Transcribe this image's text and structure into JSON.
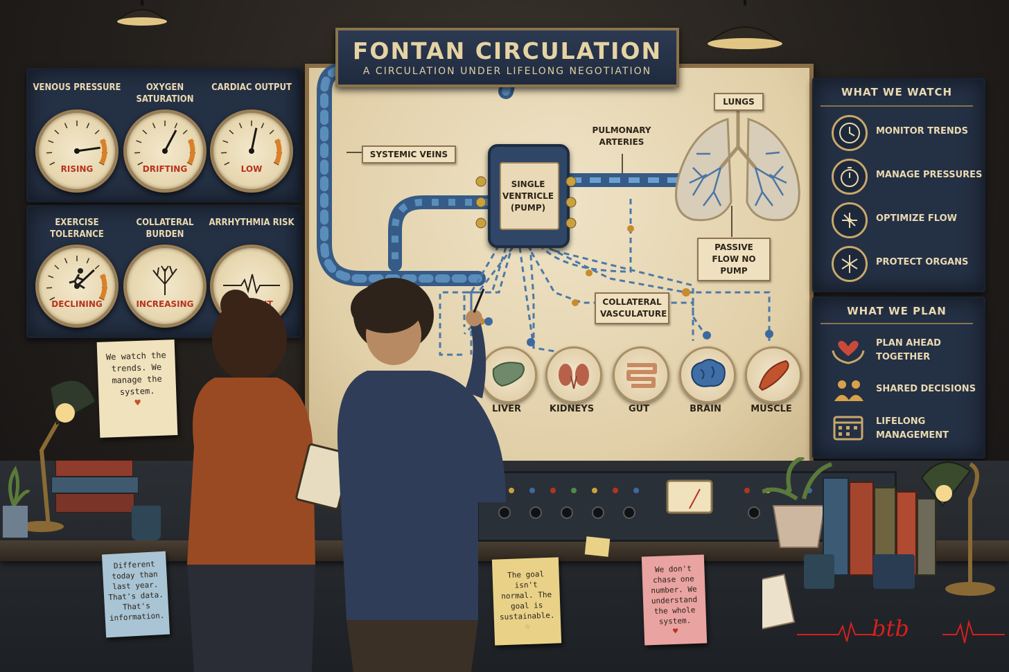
{
  "header": {
    "title": "FONTAN CIRCULATION",
    "subtitle": "A CIRCULATION UNDER LIFELONG NEGOTIATION"
  },
  "gauges": [
    {
      "label": "VENOUS PRESSURE",
      "status": "RISING",
      "level": 0.85
    },
    {
      "label": "OXYGEN SATURATION",
      "status": "DRIFTING",
      "level": 0.62
    },
    {
      "label": "CARDIAC OUTPUT",
      "status": "LOW",
      "level": 0.55
    },
    {
      "label": "EXERCISE TOLERANCE",
      "status": "DECLINING",
      "level": 0.7
    },
    {
      "label": "COLLATERAL BURDEN",
      "status": "INCREASING",
      "level": 0.5
    },
    {
      "label": "ARRHYTHMIA RISK",
      "status": "PRESENT",
      "level": 0.5
    }
  ],
  "diagram": {
    "systemic_veins": "SYSTEMIC VEINS",
    "pump": "SINGLE VENTRICLE (PUMP)",
    "pulmonary_arteries": "PULMONARY ARTERIES",
    "lungs": "LUNGS",
    "passive_flow": "PASSIVE FLOW NO PUMP",
    "collateral": "COLLATERAL VASCULATURE",
    "organs": [
      "LIVER",
      "KIDNEYS",
      "GUT",
      "BRAIN",
      "MUSCLE"
    ]
  },
  "watch": {
    "heading": "WHAT WE WATCH",
    "items": [
      "MONITOR TRENDS",
      "MANAGE PRESSURES",
      "OPTIMIZE FLOW",
      "PROTECT ORGANS"
    ]
  },
  "plan": {
    "heading": "WHAT WE PLAN",
    "items": [
      "PLAN AHEAD TOGETHER",
      "SHARED DECISIONS",
      "LIFELONG MANAGEMENT"
    ]
  },
  "notes": {
    "trends": "We watch the trends. We manage the system.",
    "different": "Different today than last year. That's data. That's information.",
    "goal": "The goal isn't normal. The goal is sustainable.",
    "chase": "We don't chase one number. We understand the whole system."
  },
  "signature": "btb",
  "colors": {
    "panel": "#243044",
    "board": "#e8d9b8",
    "pipe": "#4a78a8",
    "alert": "#b8321f",
    "accent": "#c9a86a"
  }
}
